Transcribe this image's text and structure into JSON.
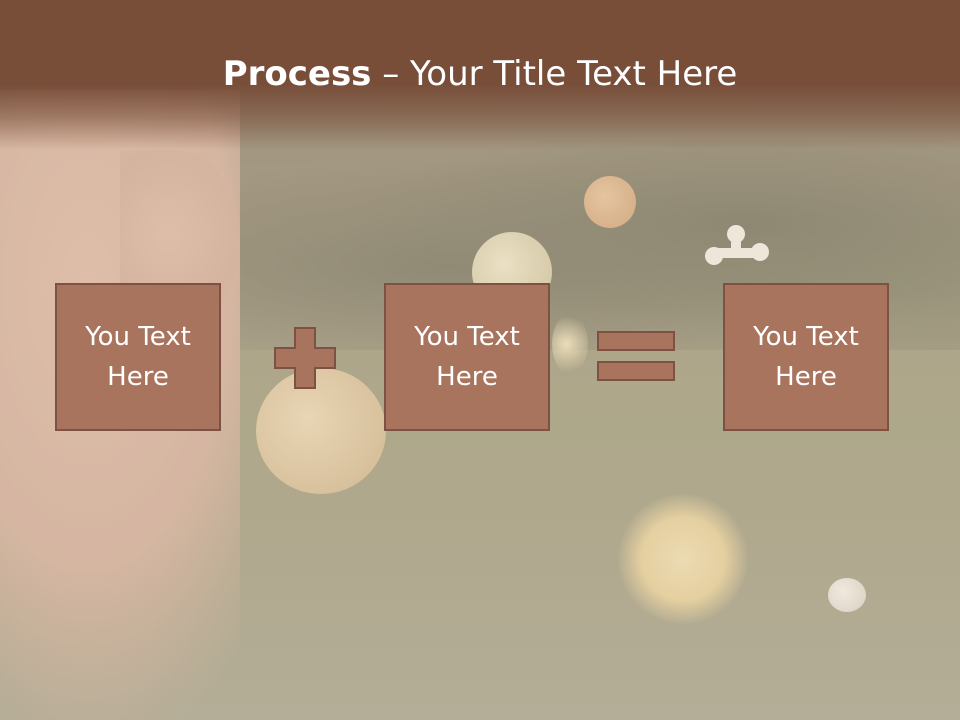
{
  "slide": {
    "title_bold": "Process",
    "title_rest": " – Your Title Text Here",
    "boxes": [
      {
        "label": "You Text Here"
      },
      {
        "label": "You Text Here"
      },
      {
        "label": "You Text Here"
      }
    ],
    "operators": [
      "plus-icon",
      "equals-icon"
    ]
  },
  "colors": {
    "header": "#784e39",
    "box_fill": "#a9745e",
    "box_border": "#7e5242",
    "text": "#ffffff"
  }
}
